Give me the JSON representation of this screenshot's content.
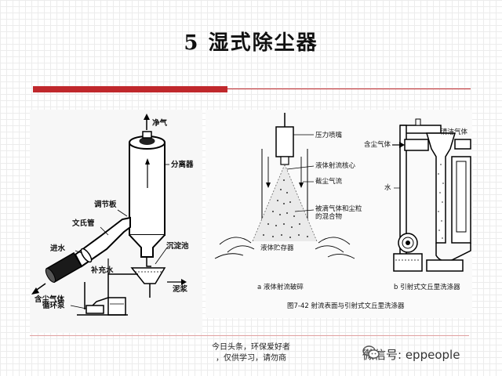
{
  "slide": {
    "title": "5 湿式除尘器"
  },
  "left_diagram": {
    "labels": {
      "clean_gas": "净气",
      "separator": "分离器",
      "regulating_plate": "调节板",
      "venturi_tube": "文氏管",
      "water_inlet": "进水",
      "settling_tank": "沉淀池",
      "makeup_water": "补充水",
      "dusty_gas": "含尘气体",
      "slurry": "泥浆",
      "circulation_pump": "循环泵"
    }
  },
  "right_diagram": {
    "labels": {
      "pressure_nozzle": "压力喷嘴",
      "liquid_jet_core": "液体射流核心",
      "dusty_airflow": "截尘气流",
      "mixture": "被滴气体和尘粒",
      "mixture_line2": "的混合物",
      "liquid_tank": "液体贮存器",
      "caption_a": "a 液体射流破碎",
      "dusty_gas": "含尘气体",
      "clean_gas": "清洁气体",
      "water": "水",
      "caption_b": "b 引射式文丘里洗涤器",
      "figure_caption": "图7-42   射流表面与引射式文丘里洗涤器"
    }
  },
  "footer": {
    "line1": "今日头条，环保爱好者",
    "line2": "，仅供学习，请勿商",
    "wechat": "微信号: eppeople"
  }
}
